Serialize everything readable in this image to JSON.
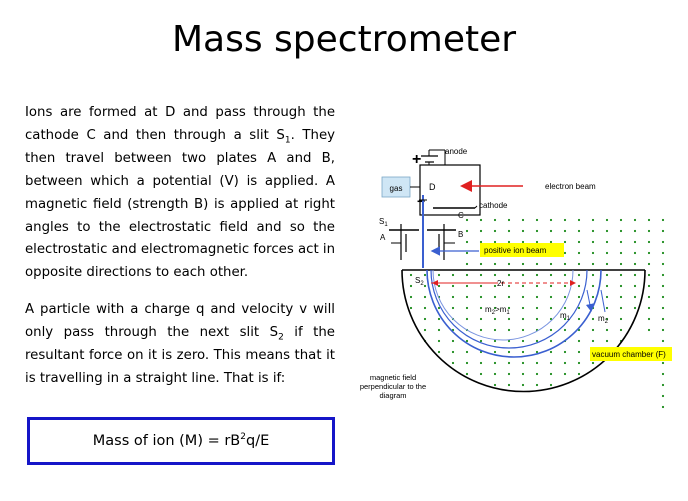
{
  "slide": {
    "title": "Mass spectrometer",
    "paragraph1": {
      "part1": "Ions are formed at D and pass through the cathode C and then through a slit S",
      "sub1": "1",
      "part2": ". They then travel between two plates A and B, between which a potential (V) is applied. A magnetic field (strength B) is applied at right angles to the electrostatic field and so the electrostatic and electromagnetic forces act in opposite directions to each other."
    },
    "paragraph2": {
      "part1": "A particle with a charge q and velocity v will only pass through the next slit S",
      "sub1": "2",
      "part2": " if the resultant force on it is zero. This means that it is travelling in a straight line. That is if:"
    },
    "formula": {
      "part1": "Mass of ion (M) = rB",
      "sup": "2",
      "part2": "q/E"
    }
  },
  "diagram": {
    "labels": {
      "anode": "anode",
      "gas": "gas",
      "D": "D",
      "plus": "+",
      "minus": "−",
      "cathode": "cathode",
      "C": "C",
      "electron_beam": "electron beam",
      "S1": "S",
      "S1_sub": "1",
      "A": "A",
      "B": "B",
      "S2": "S",
      "S2_sub": "2",
      "positive_ion_beam": "positive ion beam",
      "two_r": "2r",
      "m2_gt_m1": "m",
      "m2_gt_m1_sub_a": "2",
      "m2_gt_m1_mid": ">m",
      "m2_gt_m1_sub_b": "1",
      "m1": "m",
      "m1_sub": "1",
      "m2": "m",
      "m2_sub": "2",
      "vacuum_chamber": "vacuum chamber (F)",
      "magnetic_field_1": "magnetic field",
      "magnetic_field_2": "perpendicular to the",
      "magnetic_field_3": "diagram"
    },
    "colors": {
      "field_dots": "#1a8a1a",
      "ion_beam": "#3a5fd0",
      "electron_beam": "#e02020",
      "gas_box": "#cfe6f5",
      "label_highlight": "#ffff00",
      "formula_border": "#1515c8"
    }
  }
}
